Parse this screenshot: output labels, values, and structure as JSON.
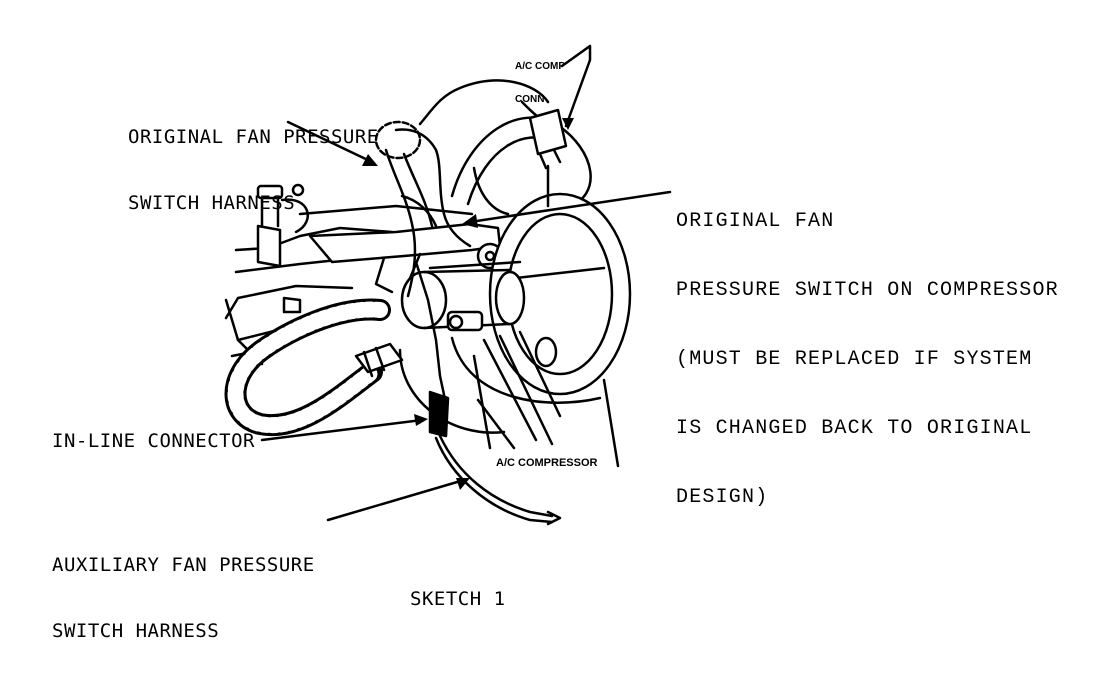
{
  "labels": {
    "ac_comp_conn": [
      "A/C COMP",
      "CONN"
    ],
    "original_harness": [
      "ORIGINAL FAN PRESSURE",
      "SWITCH HARNESS"
    ],
    "original_switch": [
      "ORIGINAL FAN",
      "PRESSURE SWITCH ON COMPRESSOR",
      "(MUST BE REPLACED IF SYSTEM",
      "IS CHANGED BACK TO ORIGINAL",
      "DESIGN)"
    ],
    "inline_connector": "IN-LINE CONNECTOR",
    "auxiliary_harness": [
      "AUXILIARY FAN PRESSURE",
      "SWITCH HARNESS"
    ],
    "ac_compressor": "A/C COMPRESSOR",
    "caption": "SKETCH 1"
  },
  "colors": {
    "ink": "#000000",
    "paper": "#ffffff"
  }
}
